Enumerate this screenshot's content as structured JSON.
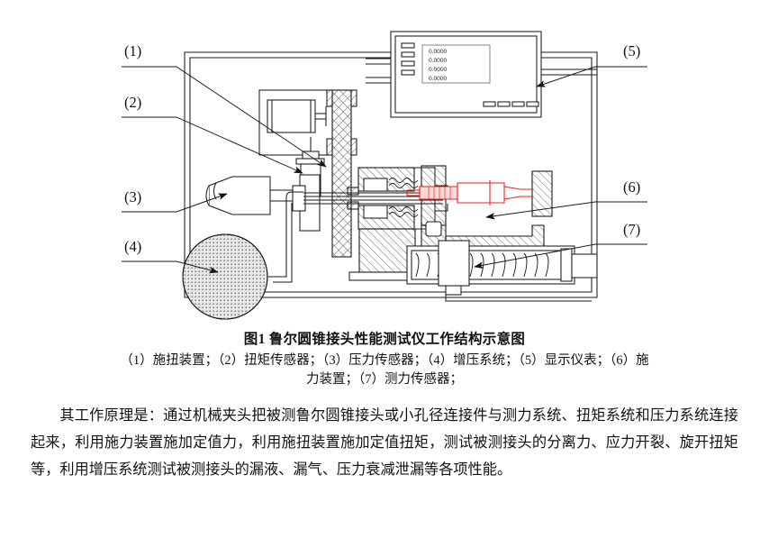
{
  "figure": {
    "title": "图1  鲁尔圆锥接头性能测试仪工作结构示意图",
    "legend_lines": [
      "（1）施扭装置；（2）扭矩传感器；（3）压力传感器；（4）增压系统；（5）显示仪表；（6）施",
      "力装置；（7）测力传感器；"
    ],
    "callouts": [
      {
        "id": "c1",
        "label": "(1)"
      },
      {
        "id": "c2",
        "label": "(2)"
      },
      {
        "id": "c3",
        "label": "(3)"
      },
      {
        "id": "c4",
        "label": "(4)"
      },
      {
        "id": "c5",
        "label": "(5)"
      },
      {
        "id": "c6",
        "label": "(6)"
      },
      {
        "id": "c7",
        "label": "(7)"
      }
    ],
    "display_readouts": [
      "0.0000",
      "0.0000",
      "0.0000",
      "0.0000"
    ],
    "colors": {
      "line": "#1a1a1a",
      "hatch": "#555555",
      "specimen_red": "#ee2222",
      "panel_fill": "#ffffff",
      "tank_fill": "#d8d8d8"
    }
  },
  "body": {
    "paragraph": "其工作原理是：通过机械夹头把被测鲁尔圆锥接头或小孔径连接件与测力系统、扭矩系统和压力系统连接起来，利用施力装置施加定值力，利用施扭装置施加定值扭矩，测试被测接头的分离力、应力开裂、旋开扭矩等，利用增压系统测试被测接头的漏液、漏气、压力衰减泄漏等各项性能。"
  }
}
